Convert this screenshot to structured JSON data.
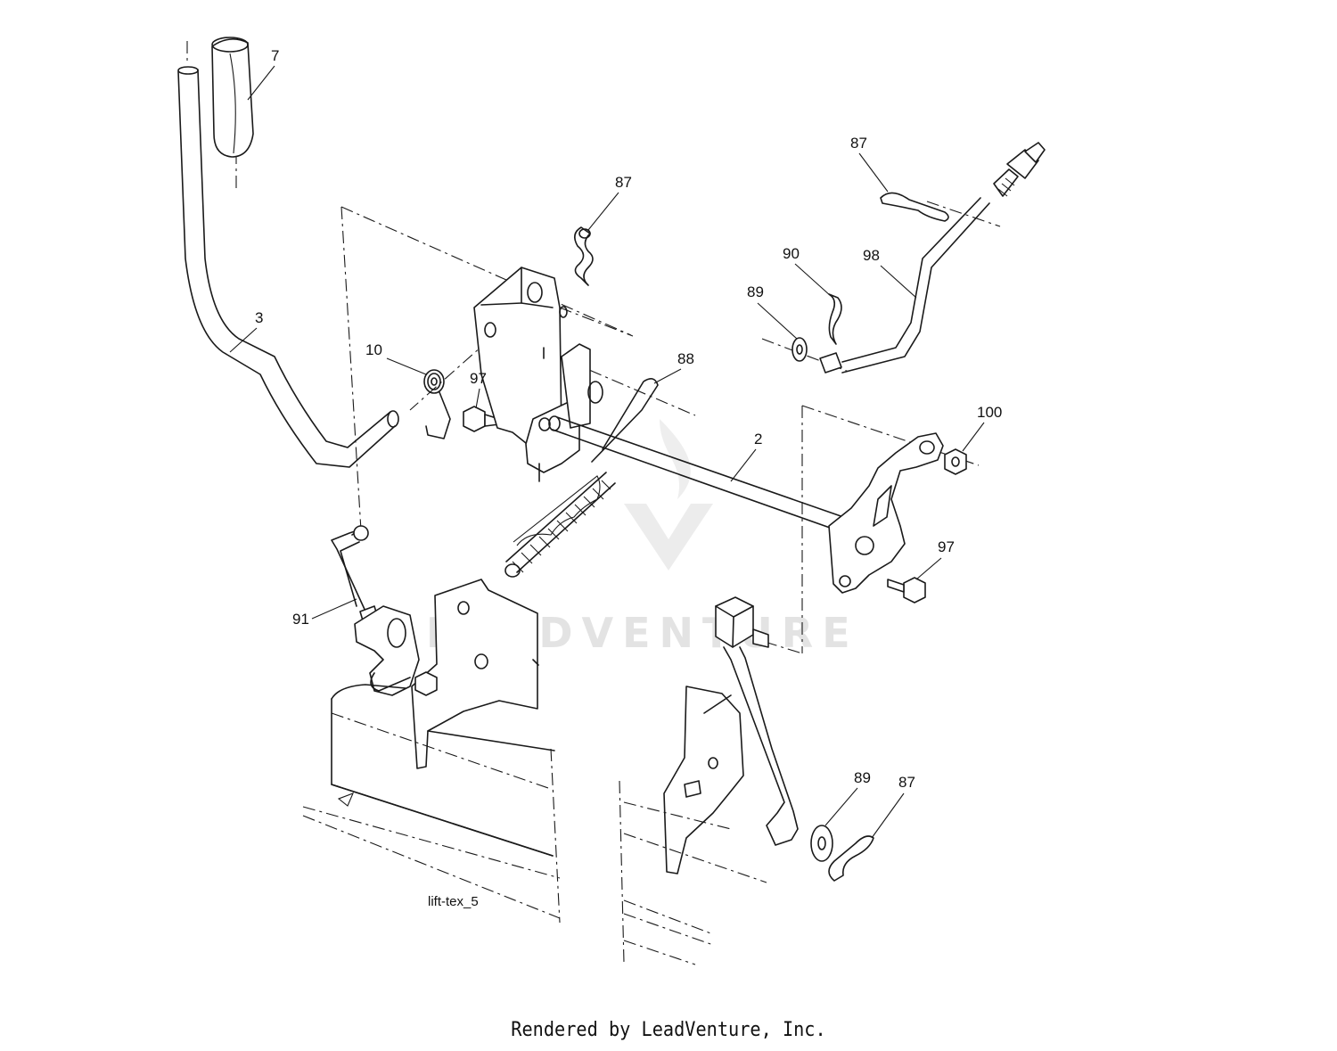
{
  "diagram": {
    "callouts": [
      {
        "id": "c7",
        "label": "7"
      },
      {
        "id": "c3",
        "label": "3"
      },
      {
        "id": "c10",
        "label": "10"
      },
      {
        "id": "c97a",
        "label": "97"
      },
      {
        "id": "c87a",
        "label": "87"
      },
      {
        "id": "c88",
        "label": "88"
      },
      {
        "id": "c87b",
        "label": "87"
      },
      {
        "id": "c90",
        "label": "90"
      },
      {
        "id": "c98",
        "label": "98"
      },
      {
        "id": "c89a",
        "label": "89"
      },
      {
        "id": "c100",
        "label": "100"
      },
      {
        "id": "c2",
        "label": "2"
      },
      {
        "id": "c97b",
        "label": "97"
      },
      {
        "id": "c91",
        "label": "91"
      },
      {
        "id": "c89b",
        "label": "89"
      },
      {
        "id": "c87c",
        "label": "87"
      }
    ],
    "figure_tag": "lift-tex_5",
    "watermark": "LEADVENTURE"
  },
  "footer": {
    "text": "Rendered by LeadVenture, Inc."
  }
}
